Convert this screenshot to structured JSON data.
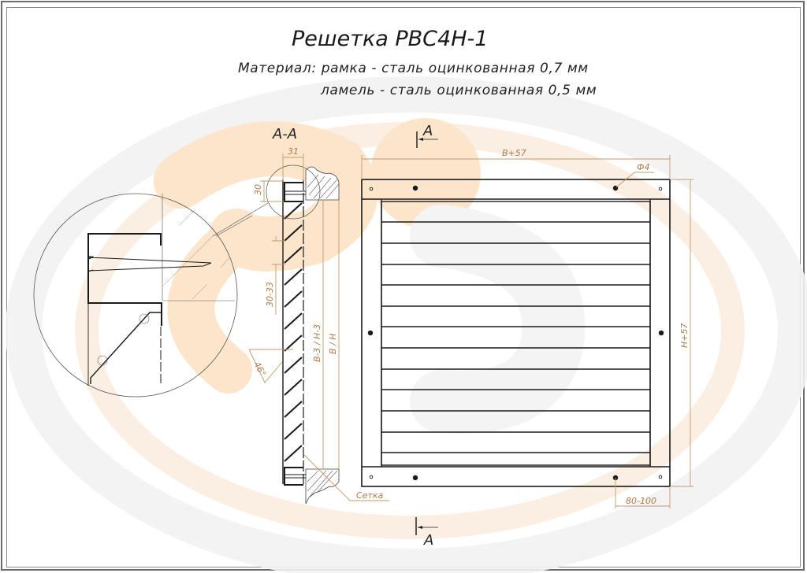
{
  "title": "Решетка РВС4Н-1",
  "material": {
    "line1": "Материал: рамка - сталь оцинкованная 0,7 мм",
    "line2": "ламель - сталь оцинкованная 0,5 мм"
  },
  "section": {
    "label": "А-А",
    "dims": {
      "depth": "31",
      "frame_height": "30",
      "pitch": "30-33",
      "angle": "46°",
      "inner": "B-3 / H-3",
      "outer": "B / H"
    },
    "mesh_label": "Сетка"
  },
  "front_view": {
    "width_dim": "B+57",
    "height_dim": "H+57",
    "hole_dim": "Ф4",
    "hole_offset_dim": "80-100",
    "slat_count": 13,
    "cut_marker_top": "А",
    "cut_marker_bottom": "А"
  },
  "colors": {
    "line": "#1a1a1a",
    "dimension": "#c49a6c",
    "watermark": "#fde7cf"
  }
}
